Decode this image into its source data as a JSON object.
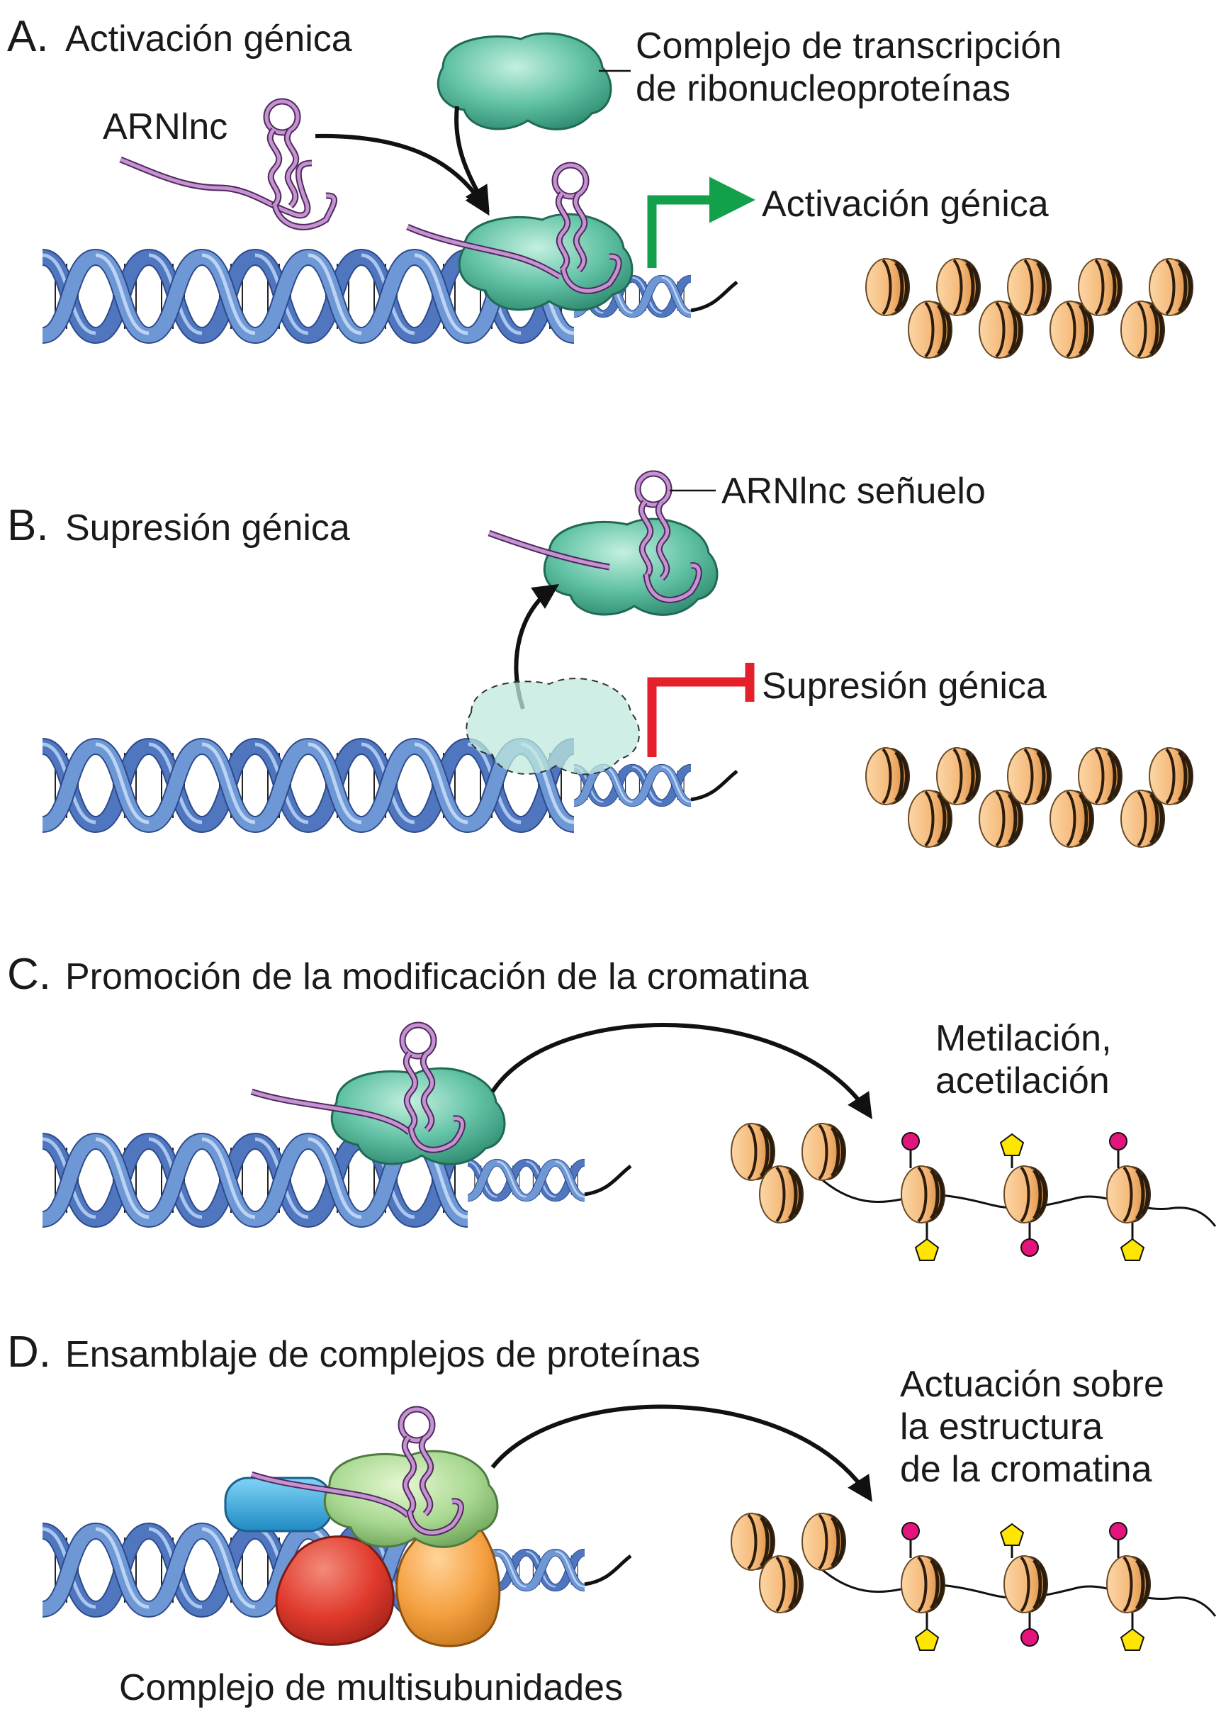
{
  "colors": {
    "dna_dark": "#3d5a9c",
    "dna_light": "#7ea6de",
    "protein_teal": "#5fbfa3",
    "rna_purple": "#b07cc0",
    "nucleosome": "#f5b878",
    "activation_arrow": "#12a04a",
    "suppression_bar": "#e5202b",
    "methyl_mark": "#e3157c",
    "acetyl_mark": "#ffe600",
    "subunit_blue": "#2aa6e0",
    "subunit_green": "#a8d890",
    "subunit_red": "#e03a2c",
    "subunit_orange": "#f5a040"
  },
  "sections": {
    "a": {
      "letter": "A.",
      "title": "Activación génica",
      "lnc_label": "ARNlnc",
      "complex_label_1": "Complejo de transcripción",
      "complex_label_2": "de ribonucleoproteínas",
      "outcome_label": "Activación génica"
    },
    "b": {
      "letter": "B.",
      "title": "Supresión génica",
      "decoy_label": "ARNlnc señuelo",
      "outcome_label": "Supresión génica"
    },
    "c": {
      "letter": "C.",
      "title": "Promoción de la modificación de la cromatina",
      "mod_label_1": "Metilación,",
      "mod_label_2": "acetilación"
    },
    "d": {
      "letter": "D.",
      "title": "Ensamblaje de complejos de proteínas",
      "action_label_1": "Actuación sobre",
      "action_label_2": "la estructura",
      "action_label_3": "de la cromatina",
      "multi_label": "Complejo de multisubunidades"
    }
  }
}
